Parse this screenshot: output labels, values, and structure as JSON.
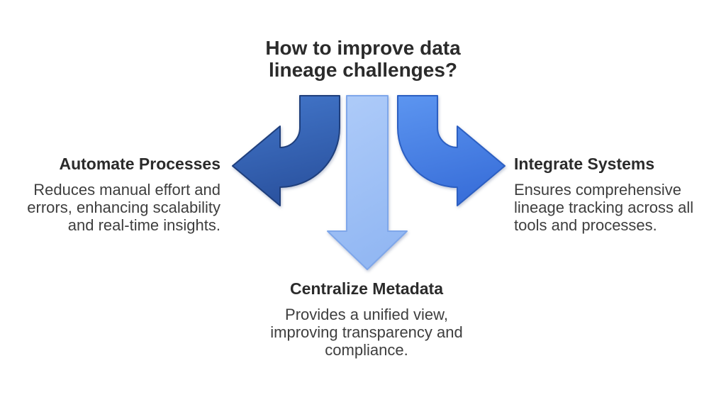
{
  "title": "How to improve data\nlineage challenges?",
  "items": [
    {
      "id": "automate-processes",
      "heading": "Automate Processes",
      "body": "Reduces manual effort and\nerrors, enhancing scalability\nand real-time insights."
    },
    {
      "id": "centralize-metadata",
      "heading": "Centralize Metadata",
      "body": "Provides a unified view,\nimproving transparency and\ncompliance."
    },
    {
      "id": "integrate-systems",
      "heading": "Integrate Systems",
      "body": "Ensures comprehensive\nlineage tracking across all\ntools and processes."
    }
  ],
  "arrows": {
    "left": {
      "name": "curved-left-arrow",
      "color_top": "#4377CB",
      "color_bottom": "#2B53A0",
      "border": "#1F3F7C"
    },
    "center": {
      "name": "straight-down-arrow",
      "color_top": "#AFCCF9",
      "color_bottom": "#93B8F3",
      "border": "#7FA7EA"
    },
    "right": {
      "name": "curved-right-arrow",
      "color_top": "#5C95F0",
      "color_bottom": "#3A70DA",
      "border": "#2C5FC2"
    }
  },
  "colors": {
    "background": "#ffffff",
    "title_text": "#2b2b2b",
    "heading_text": "#2b2b2b",
    "body_text": "#3e3e3e"
  }
}
